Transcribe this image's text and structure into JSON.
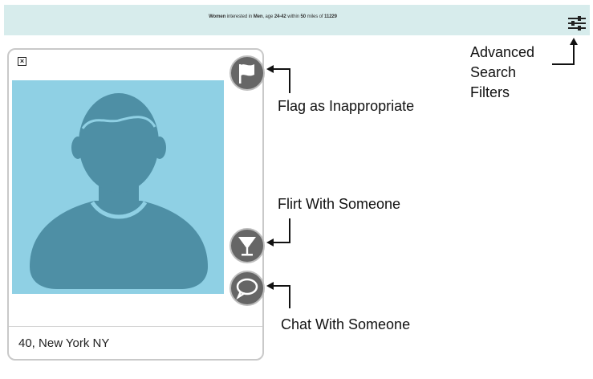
{
  "search": {
    "prefix": "Women",
    "t1": " interested in ",
    "gender": "Men",
    "t2": ", age ",
    "age": "24-42",
    "t3": " within ",
    "miles": "50",
    "t4": " miles of ",
    "zip": "11229"
  },
  "profile": {
    "close_glyph": "×",
    "footer": "40, New York NY"
  },
  "annotations": {
    "flag": "Flag as Inappropriate",
    "flirt": "Flirt With Someone",
    "chat": "Chat With Someone",
    "filters_line1": "Advanced",
    "filters_line2": "Search",
    "filters_line3": "Filters"
  },
  "icons": {
    "filter": "sliders-icon",
    "flag": "flag-icon",
    "flirt": "cocktail-glass-icon",
    "chat": "speech-bubble-icon",
    "close": "close-icon",
    "avatar": "user-silhouette-icon"
  },
  "colors": {
    "search_bar": "#d7ecec",
    "photo_bg": "#8fd0e4",
    "silhouette": "#4e8fa5",
    "button": "#666666"
  }
}
